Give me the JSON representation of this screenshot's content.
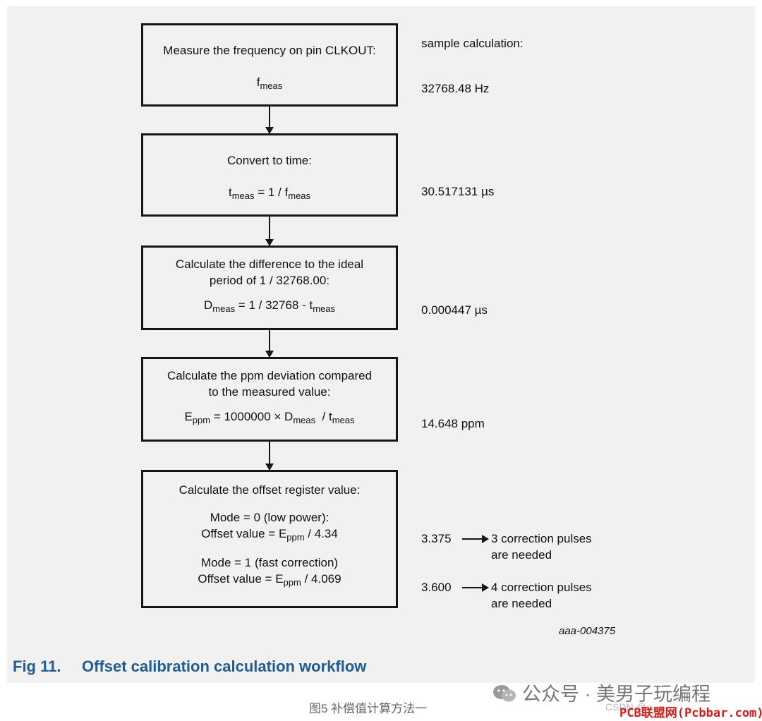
{
  "steps": [
    {
      "title": "Measure the frequency on pin CLKOUT:",
      "formula": {
        "base": "f",
        "sub": "meas"
      }
    },
    {
      "title": "Convert to time:",
      "formula": {
        "t_base": "t",
        "t_sub": "meas",
        "mid": " = 1 / ",
        "f_base": "f",
        "f_sub": "meas"
      }
    },
    {
      "title_line1": "Calculate the difference to the ideal",
      "title_line2": "period of 1 / 32768.00:",
      "formula": {
        "d_base": "D",
        "d_sub": "meas",
        "mid": " = 1 / 32768 - ",
        "t_base": "t",
        "t_sub": "meas"
      }
    },
    {
      "title_line1": "Calculate the ppm deviation compared",
      "title_line2": "to the measured value:",
      "formula": {
        "e_base": "E",
        "e_sub": "ppm",
        "mid": " = 1000000 × ",
        "d_base": "D",
        "d_sub": "meas",
        "sep": "  / ",
        "t_base": "t",
        "t_sub": "meas"
      }
    },
    {
      "title": "Calculate the offset register value:",
      "mode0": "Mode = 0 (low power):",
      "mode0_formula": {
        "pre": "Offset value = ",
        "base": "E",
        "sub": "ppm",
        "post": " / 4.34"
      },
      "mode1": "Mode = 1 (fast correction)",
      "mode1_formula": {
        "pre": "Offset value = ",
        "base": "E",
        "sub": "ppm",
        "post": " / 4.069"
      }
    }
  ],
  "sample": {
    "header": "sample calculation:",
    "freq": "32768.48 Hz",
    "time": "30.517131 µs",
    "diff": "0.000447 µs",
    "ppm": "14.648 ppm",
    "mode0_value": "3.375",
    "mode0_result_line1": "3 correction pulses",
    "mode0_result_line2": "are needed",
    "mode1_value": "3.600",
    "mode1_result_line1": "4 correction pulses",
    "mode1_result_line2": "are needed"
  },
  "figure": {
    "id": "aaa-004375",
    "caption_number": "Fig 11.",
    "caption_text": "Offset calibration calculation workflow"
  },
  "cn_caption": "图5 补偿值计算方法一",
  "watermark": {
    "wechat": "公众号 · 美男子玩编程",
    "csdn": "CSDN @",
    "site": "PCB联盟网(Pcbbar.com)"
  }
}
